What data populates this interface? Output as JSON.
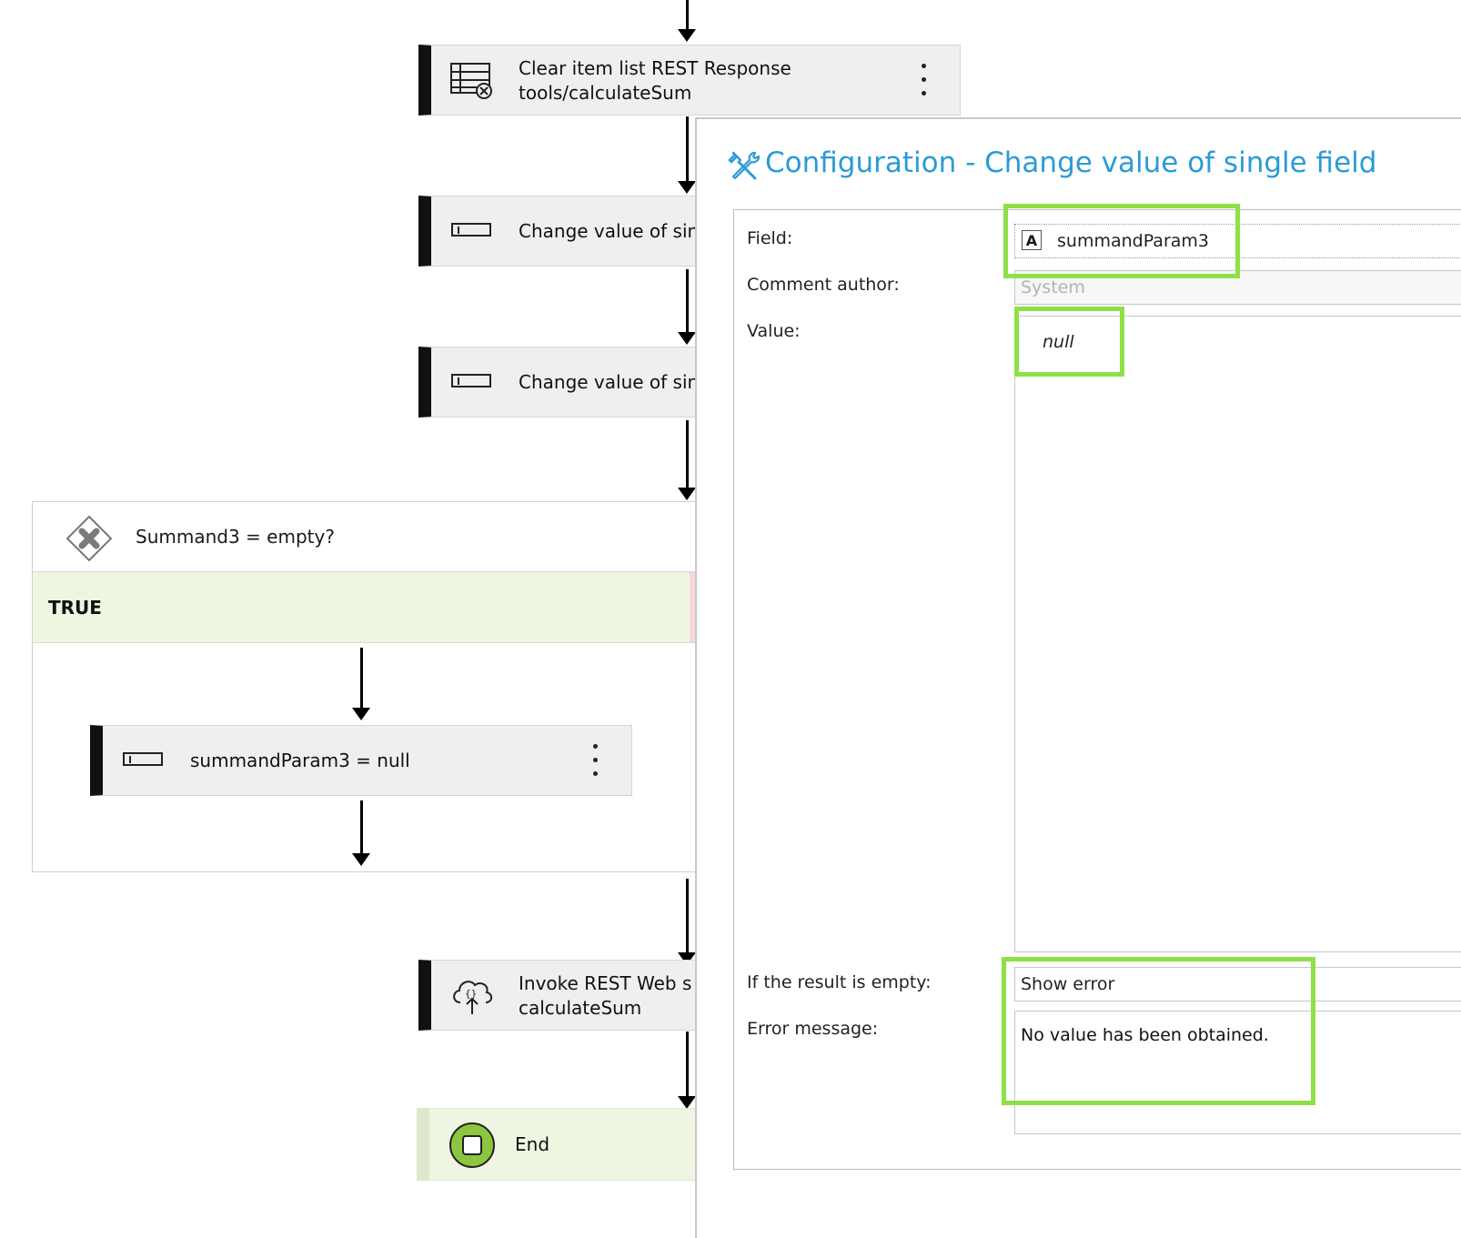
{
  "workflow": {
    "clear_node": {
      "line1": "Clear item list REST Response",
      "line2": "tools/calculateSum"
    },
    "change_node_1": {
      "label": "Change value of sin"
    },
    "change_node_2": {
      "label": "Change value of sin"
    },
    "condition": {
      "label": "Summand3 = empty?",
      "branch_label": "TRUE"
    },
    "inner_node": {
      "label": "summandParam3 = null"
    },
    "invoke_node": {
      "line1": "Invoke REST Web s",
      "line2": "calculateSum"
    },
    "end_node": {
      "label": "End"
    }
  },
  "config": {
    "title": "Configuration - Change value of single field",
    "field_label": "Field:",
    "field_type_badge": "A",
    "field_value": "summandParam3",
    "comment_author_label": "Comment author:",
    "comment_author_placeholder": "System",
    "value_label": "Value:",
    "value": "null",
    "if_empty_label": "If the result is empty:",
    "if_empty_value": "Show error",
    "error_message_label": "Error message:",
    "error_message_value": "No value has been obtained."
  },
  "colors": {
    "title_blue": "#2b9bd7",
    "highlight_green": "#8fe046",
    "true_branch_bg": "#eef5e1",
    "end_green": "#8cc63f"
  },
  "icons": [
    "table-clear-icon",
    "field-icon",
    "condition-x-icon",
    "rest-cloud-icon",
    "stop-icon",
    "tools-icon",
    "kebab-menu-icon"
  ]
}
